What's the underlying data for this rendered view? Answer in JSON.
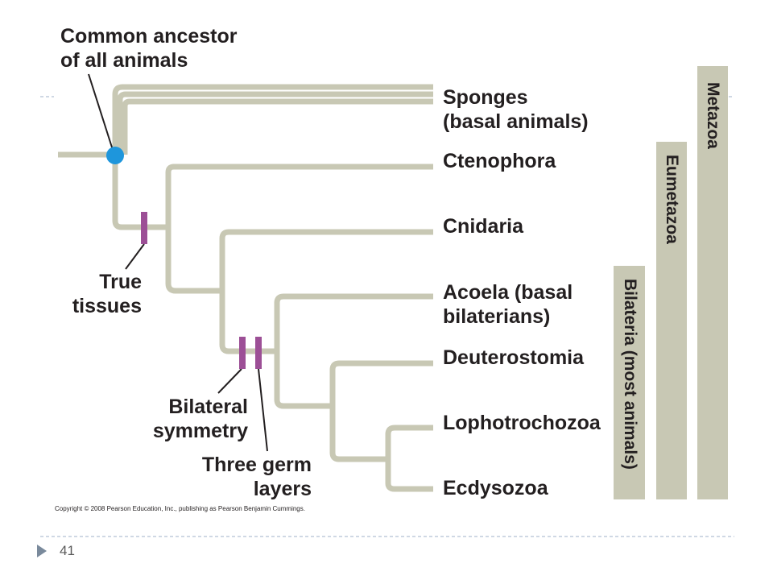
{
  "colors": {
    "branch": "#c8c8b4",
    "ancestor_node": "#1e96dc",
    "marker": "#9c4f96",
    "text": "#231f20",
    "divider": "#9fb0c8"
  },
  "labels": {
    "ancestor": [
      "Common ancestor",
      "of all animals"
    ],
    "sponges": [
      "Sponges",
      "(basal animals)"
    ],
    "ctenophora": "Ctenophora",
    "cnidaria": "Cnidaria",
    "acoela": [
      "Acoela (basal",
      "bilaterians)"
    ],
    "deuterostomia": "Deuterostomia",
    "lophotrochozoa": "Lophotrochozoa",
    "ecdysozoa": "Ecdysozoa",
    "true_tissues": [
      "True",
      "tissues"
    ],
    "bilateral_symmetry": [
      "Bilateral",
      "symmetry"
    ],
    "three_germ_layers": [
      "Three germ",
      "layers"
    ]
  },
  "clade_bars": {
    "metazoa": "Metazoa",
    "eumetazoa": "Eumetazoa",
    "bilateria": "Bilateria (most animals)"
  },
  "copyright": "Copyright © 2008 Pearson Education, Inc., publishing as Pearson Benjamin Cummings.",
  "slide_number": "41"
}
